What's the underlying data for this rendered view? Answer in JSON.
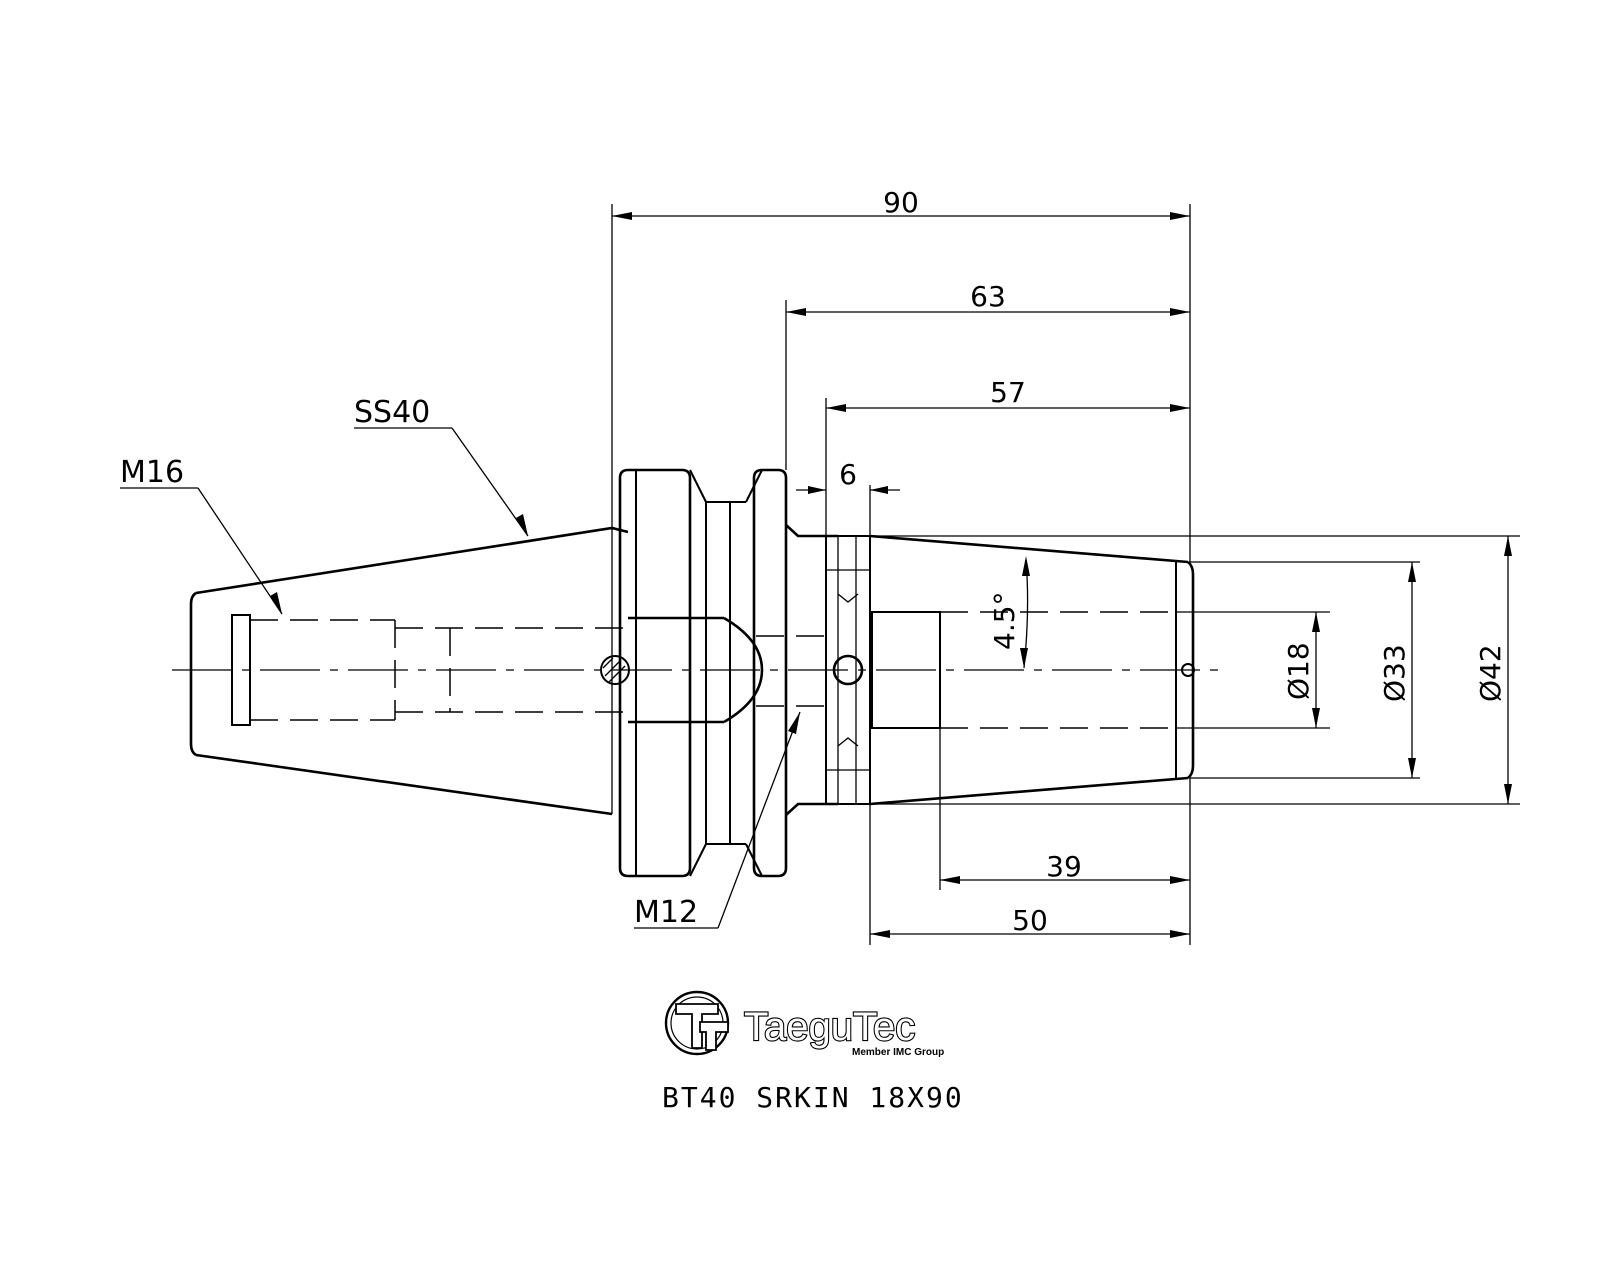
{
  "dimensions": {
    "total_length": "90",
    "length_63": "63",
    "length_57": "57",
    "width_6": "6",
    "angle": "4.5°",
    "dia_18": "Ø18",
    "dia_33": "Ø33",
    "dia_42": "Ø42",
    "length_39": "39",
    "length_50": "50"
  },
  "callouts": {
    "taper": "SS40",
    "pull_stud_thread": "M16",
    "side_thread": "M12"
  },
  "logo": {
    "brand": "TaeguTec",
    "tagline": "Member IMC Group"
  },
  "title": "BT40 SRKIN 18X90"
}
